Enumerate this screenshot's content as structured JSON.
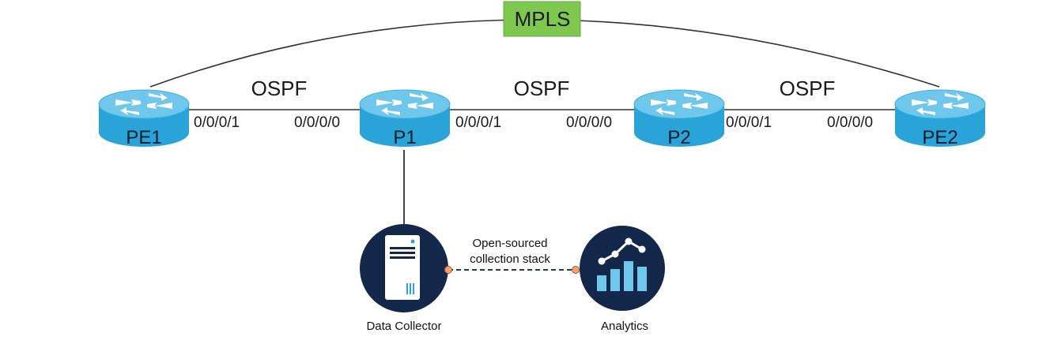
{
  "top_label": "MPLS",
  "protocol_labels": [
    "OSPF",
    "OSPF",
    "OSPF"
  ],
  "routers": [
    {
      "name": "PE1"
    },
    {
      "name": "P1"
    },
    {
      "name": "P2"
    },
    {
      "name": "PE2"
    }
  ],
  "ports": {
    "pe1_p1_left": "0/0/0/1",
    "pe1_p1_right": "0/0/0/0",
    "p1_p2_left": "0/0/0/1",
    "p1_p2_right": "0/0/0/0",
    "p2_pe2_left": "0/0/0/1",
    "p2_pe2_right": "0/0/0/0"
  },
  "collector": {
    "label": "Data Collector",
    "link_label_line1": "Open-sourced",
    "link_label_line2": "collection stack"
  },
  "analytics": {
    "label": "Analytics"
  },
  "colors": {
    "router_top": "#6fc8ec",
    "router_side": "#29a3d8",
    "mpls_box": "#7ec850",
    "node_circle": "#13274a",
    "link_dot": "#f2a36b"
  }
}
